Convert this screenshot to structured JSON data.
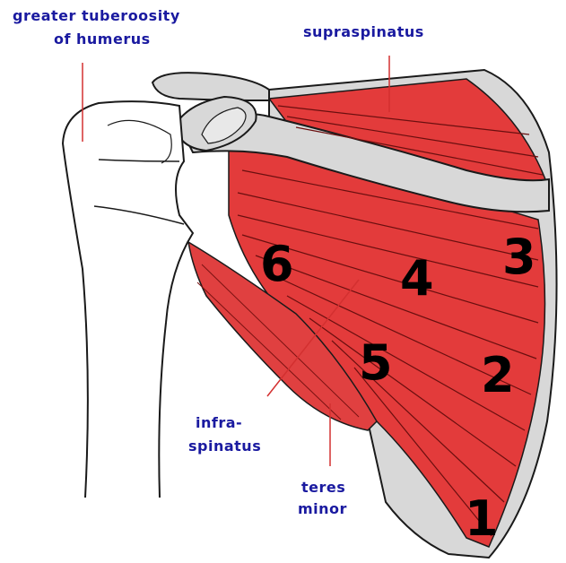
{
  "labels": {
    "greater_tuberosity_line1": "greater tuberoosity",
    "greater_tuberosity_line2": "of humerus",
    "supraspinatus": "supraspinatus",
    "infraspinatus_line1": "infra-",
    "infraspinatus_line2": "spinatus",
    "teres_minor_line1": "teres",
    "teres_minor_line2": "minor"
  },
  "numbers": [
    "1",
    "2",
    "3",
    "4",
    "5",
    "6"
  ],
  "colors": {
    "muscle": "#e33b3b",
    "muscle_dark": "#a01515",
    "bone": "#d8d8d8",
    "outline": "#1a1a1a",
    "label_text": "#1a1aa0",
    "leader_line": "#d33030"
  }
}
